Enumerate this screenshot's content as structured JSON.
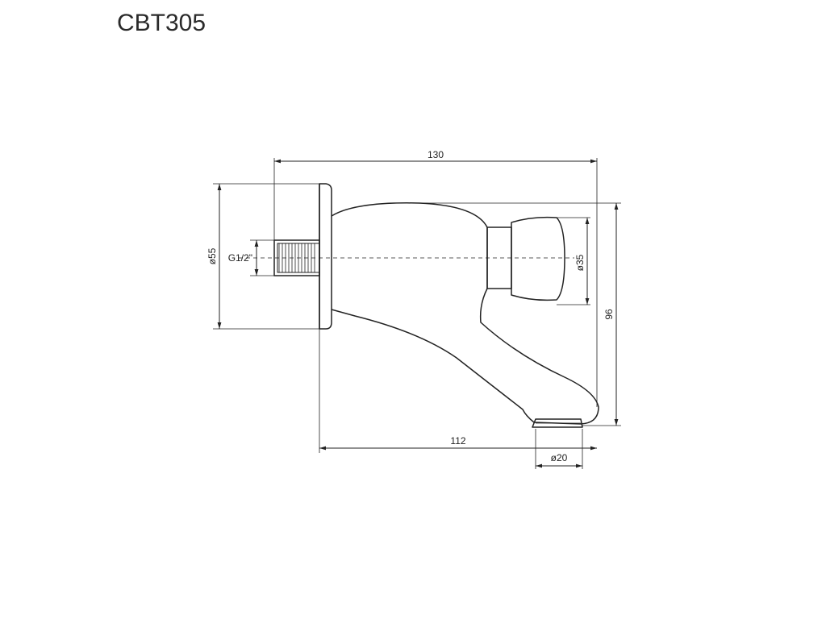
{
  "title": "CBT305",
  "dimensions": {
    "overall_length": "130",
    "spout_length": "112",
    "flange_diameter": "ø55",
    "thread": "G1/2\"",
    "button_diameter": "ø35",
    "height": "96",
    "outlet_diameter": "ø20"
  }
}
